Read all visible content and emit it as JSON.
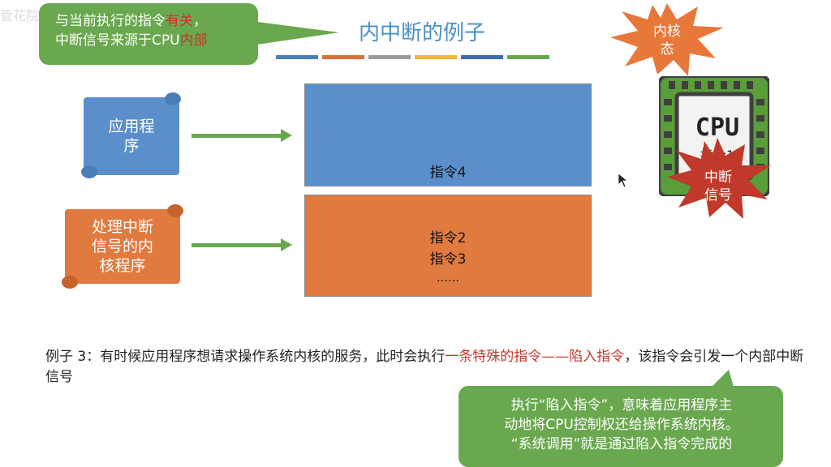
{
  "slide": {
    "title": "内中断的例子",
    "watermark": "管花院与当前执",
    "stripe_colors": [
      "#4a7fb5",
      "#d8703a",
      "#9a9a9a",
      "#f0b93c",
      "#3f6bb0",
      "#6aa84f"
    ]
  },
  "callout_top": {
    "line1_pre": "与当前执行的指令",
    "line1_red": "有关",
    "line1_post": "，",
    "line2_pre": "中断信号来源于CPU",
    "line2_red": "内部"
  },
  "scrolls": {
    "app": {
      "line1": "应用程",
      "line2": "序"
    },
    "kernel": {
      "line1": "处理中断",
      "line2": "信号的内",
      "line3": "核程序"
    }
  },
  "boxes": {
    "user_instr": "指令4",
    "kernel_instr1": "指令2",
    "kernel_instr2": "指令3",
    "kernel_more": "……"
  },
  "paragraph": {
    "pre": "例子 3：有时候应用程序想请求操作系统内核的服务，此时会执行",
    "red": "一条特殊的指令——陷入指令",
    "post": "，该指令会引发一个内部中断信号"
  },
  "callout_bottom": {
    "line1": "执行“陷入指令”，意味着应用程序主",
    "line2": "动地将CPU控制权还给操作系统内核。",
    "line3": "“系统调用”就是通过陷入指令完成的"
  },
  "cpu": {
    "label": "CPU",
    "instr": "指令1"
  },
  "stars": {
    "kernel_mode": {
      "line1": "内核",
      "line2": "态"
    },
    "interrupt": {
      "line1": "中断",
      "line2": "信号"
    }
  },
  "colors": {
    "green": "#6aa84f",
    "blue": "#5b8fcb",
    "orange": "#e07a3f",
    "red_text": "#c0392b",
    "star": "#d9532c"
  }
}
